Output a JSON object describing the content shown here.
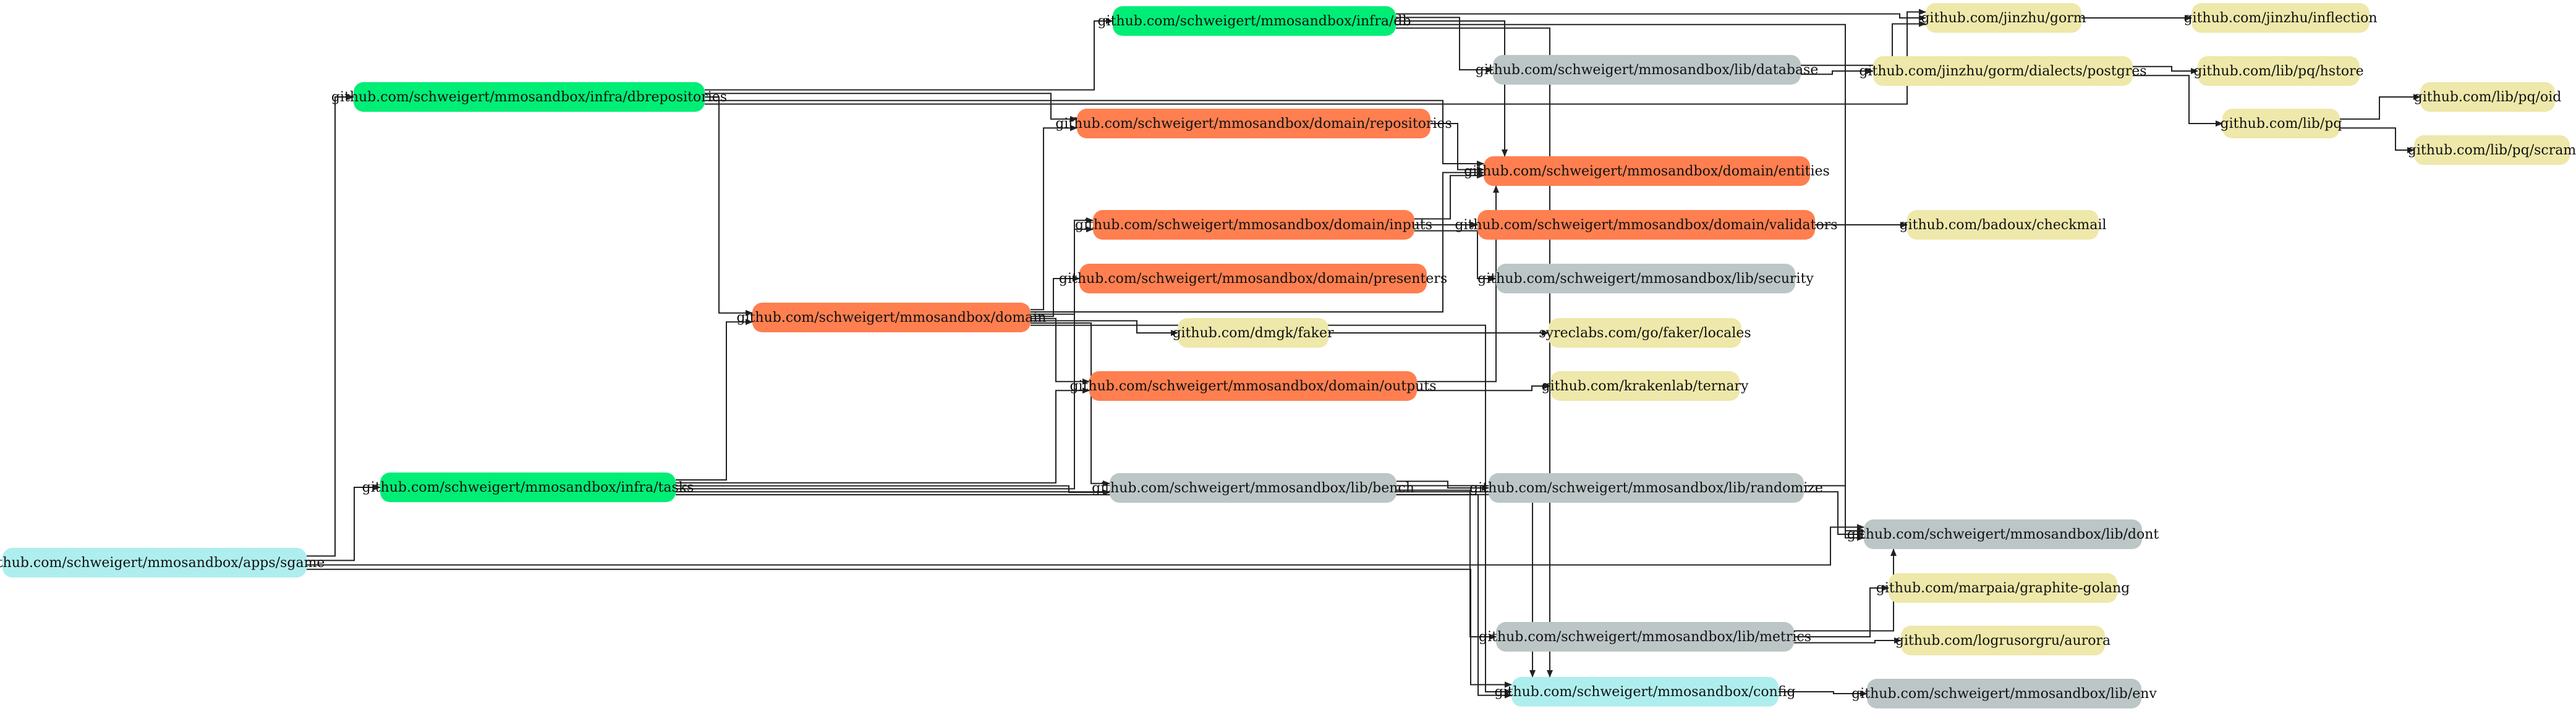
{
  "colors": {
    "app": "#AFEEEE",
    "infra": "#00EE76",
    "domain": "#FF7F50",
    "lib": "#BCC6C6",
    "external": "#EEE8AA",
    "edge": "#222222"
  },
  "nodes": [
    {
      "id": "sgame",
      "label": "github.com/schweigert/mmosandbox/apps/sgame",
      "kind": "app"
    },
    {
      "id": "dbrepositories",
      "label": "github.com/schweigert/mmosandbox/infra/dbrepositories",
      "kind": "infra"
    },
    {
      "id": "db",
      "label": "github.com/schweigert/mmosandbox/infra/db",
      "kind": "infra"
    },
    {
      "id": "tasks",
      "label": "github.com/schweigert/mmosandbox/infra/tasks",
      "kind": "infra"
    },
    {
      "id": "domain",
      "label": "github.com/schweigert/mmosandbox/domain",
      "kind": "domain"
    },
    {
      "id": "repositories",
      "label": "github.com/schweigert/mmosandbox/domain/repositories",
      "kind": "domain"
    },
    {
      "id": "inputs",
      "label": "github.com/schweigert/mmosandbox/domain/inputs",
      "kind": "domain"
    },
    {
      "id": "presenters",
      "label": "github.com/schweigert/mmosandbox/domain/presenters",
      "kind": "domain"
    },
    {
      "id": "outputs",
      "label": "github.com/schweigert/mmosandbox/domain/outputs",
      "kind": "domain"
    },
    {
      "id": "entities",
      "label": "github.com/schweigert/mmosandbox/domain/entities",
      "kind": "domain"
    },
    {
      "id": "validators",
      "label": "github.com/schweigert/mmosandbox/domain/validators",
      "kind": "domain"
    },
    {
      "id": "faker",
      "label": "github.com/dmgk/faker",
      "kind": "external"
    },
    {
      "id": "bench",
      "label": "github.com/schweigert/mmosandbox/lib/bench",
      "kind": "lib"
    },
    {
      "id": "database",
      "label": "github.com/schweigert/mmosandbox/lib/database",
      "kind": "lib"
    },
    {
      "id": "security",
      "label": "github.com/schweigert/mmosandbox/lib/security",
      "kind": "lib"
    },
    {
      "id": "randomize",
      "label": "github.com/schweigert/mmosandbox/lib/randomize",
      "kind": "lib"
    },
    {
      "id": "metrics",
      "label": "github.com/schweigert/mmosandbox/lib/metrics",
      "kind": "lib"
    },
    {
      "id": "config",
      "label": "github.com/schweigert/mmosandbox/config",
      "kind": "app"
    },
    {
      "id": "locales",
      "label": "syreclabs.com/go/faker/locales",
      "kind": "external"
    },
    {
      "id": "ternary",
      "label": "github.com/krakenlab/ternary",
      "kind": "external"
    },
    {
      "id": "gorm",
      "label": "github.com/jinzhu/gorm",
      "kind": "external"
    },
    {
      "id": "postgres",
      "label": "github.com/jinzhu/gorm/dialects/postgres",
      "kind": "external"
    },
    {
      "id": "dont",
      "label": "github.com/schweigert/mmosandbox/lib/dont",
      "kind": "lib"
    },
    {
      "id": "graphite",
      "label": "github.com/marpaia/graphite-golang",
      "kind": "external"
    },
    {
      "id": "aurora",
      "label": "github.com/logrusorgru/aurora",
      "kind": "external"
    },
    {
      "id": "env",
      "label": "github.com/schweigert/mmosandbox/lib/env",
      "kind": "lib"
    },
    {
      "id": "checkmail",
      "label": "github.com/badoux/checkmail",
      "kind": "external"
    },
    {
      "id": "inflection",
      "label": "github.com/jinzhu/inflection",
      "kind": "external"
    },
    {
      "id": "hstore",
      "label": "github.com/lib/pq/hstore",
      "kind": "external"
    },
    {
      "id": "pq",
      "label": "github.com/lib/pq",
      "kind": "external"
    },
    {
      "id": "oid",
      "label": "github.com/lib/pq/oid",
      "kind": "external"
    },
    {
      "id": "scram",
      "label": "github.com/lib/pq/scram",
      "kind": "external"
    }
  ],
  "edges": [
    [
      "sgame",
      "dbrepositories"
    ],
    [
      "sgame",
      "tasks"
    ],
    [
      "sgame",
      "dont"
    ],
    [
      "sgame",
      "config"
    ],
    [
      "dbrepositories",
      "db"
    ],
    [
      "dbrepositories",
      "repositories"
    ],
    [
      "dbrepositories",
      "domain"
    ],
    [
      "dbrepositories",
      "entities"
    ],
    [
      "dbrepositories",
      "gorm"
    ],
    [
      "db",
      "gorm"
    ],
    [
      "db",
      "database"
    ],
    [
      "db",
      "entities"
    ],
    [
      "db",
      "dont"
    ],
    [
      "db",
      "config"
    ],
    [
      "database",
      "gorm"
    ],
    [
      "database",
      "postgres"
    ],
    [
      "gorm",
      "inflection"
    ],
    [
      "postgres",
      "hstore"
    ],
    [
      "postgres",
      "pq"
    ],
    [
      "pq",
      "oid"
    ],
    [
      "pq",
      "scram"
    ],
    [
      "repositories",
      "entities"
    ],
    [
      "domain",
      "repositories"
    ],
    [
      "domain",
      "entities"
    ],
    [
      "domain",
      "inputs"
    ],
    [
      "domain",
      "presenters"
    ],
    [
      "domain",
      "outputs"
    ],
    [
      "domain",
      "faker"
    ],
    [
      "domain",
      "bench"
    ],
    [
      "domain",
      "config"
    ],
    [
      "inputs",
      "entities"
    ],
    [
      "inputs",
      "validators"
    ],
    [
      "inputs",
      "security"
    ],
    [
      "validators",
      "checkmail"
    ],
    [
      "faker",
      "locales"
    ],
    [
      "outputs",
      "entities"
    ],
    [
      "outputs",
      "ternary"
    ],
    [
      "tasks",
      "domain"
    ],
    [
      "tasks",
      "outputs"
    ],
    [
      "tasks",
      "bench"
    ],
    [
      "tasks",
      "inputs"
    ],
    [
      "tasks",
      "dont"
    ],
    [
      "tasks",
      "config"
    ],
    [
      "bench",
      "randomize"
    ],
    [
      "bench",
      "dont"
    ],
    [
      "bench",
      "metrics"
    ],
    [
      "bench",
      "config"
    ],
    [
      "metrics",
      "dont"
    ],
    [
      "metrics",
      "graphite"
    ],
    [
      "metrics",
      "aurora"
    ],
    [
      "config",
      "env"
    ]
  ]
}
